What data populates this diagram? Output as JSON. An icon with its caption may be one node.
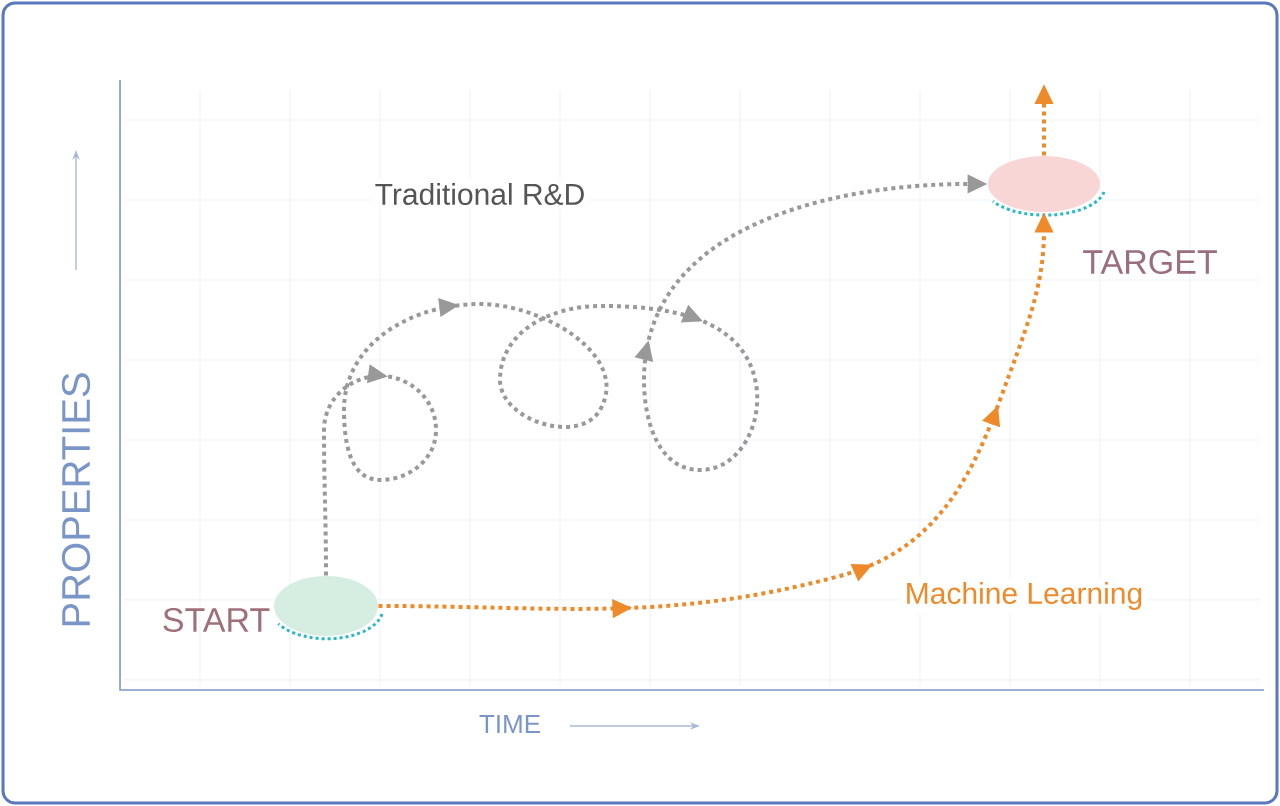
{
  "diagram": {
    "nodes": [
      {
        "text": [],
        "shape": "ellipse",
        "beside": [
          "START"
        ]
      },
      {
        "text": [],
        "shape": "ellipse",
        "beside": [
          "TARGET"
        ]
      }
    ],
    "edges": [
      {
        "from": 0,
        "to": 1,
        "arrow": "to",
        "label": "Traditional R&D",
        "color": "#999999"
      },
      {
        "from": 0,
        "to": 1,
        "arrow": "to",
        "label": "Machine Learning",
        "color": "#ee8a2a"
      },
      {
        "from": 1,
        "to": null,
        "arrow": "to",
        "color": "#ee8a2a"
      }
    ],
    "labels": [
      "PROPERTIES",
      "TIME"
    ]
  }
}
